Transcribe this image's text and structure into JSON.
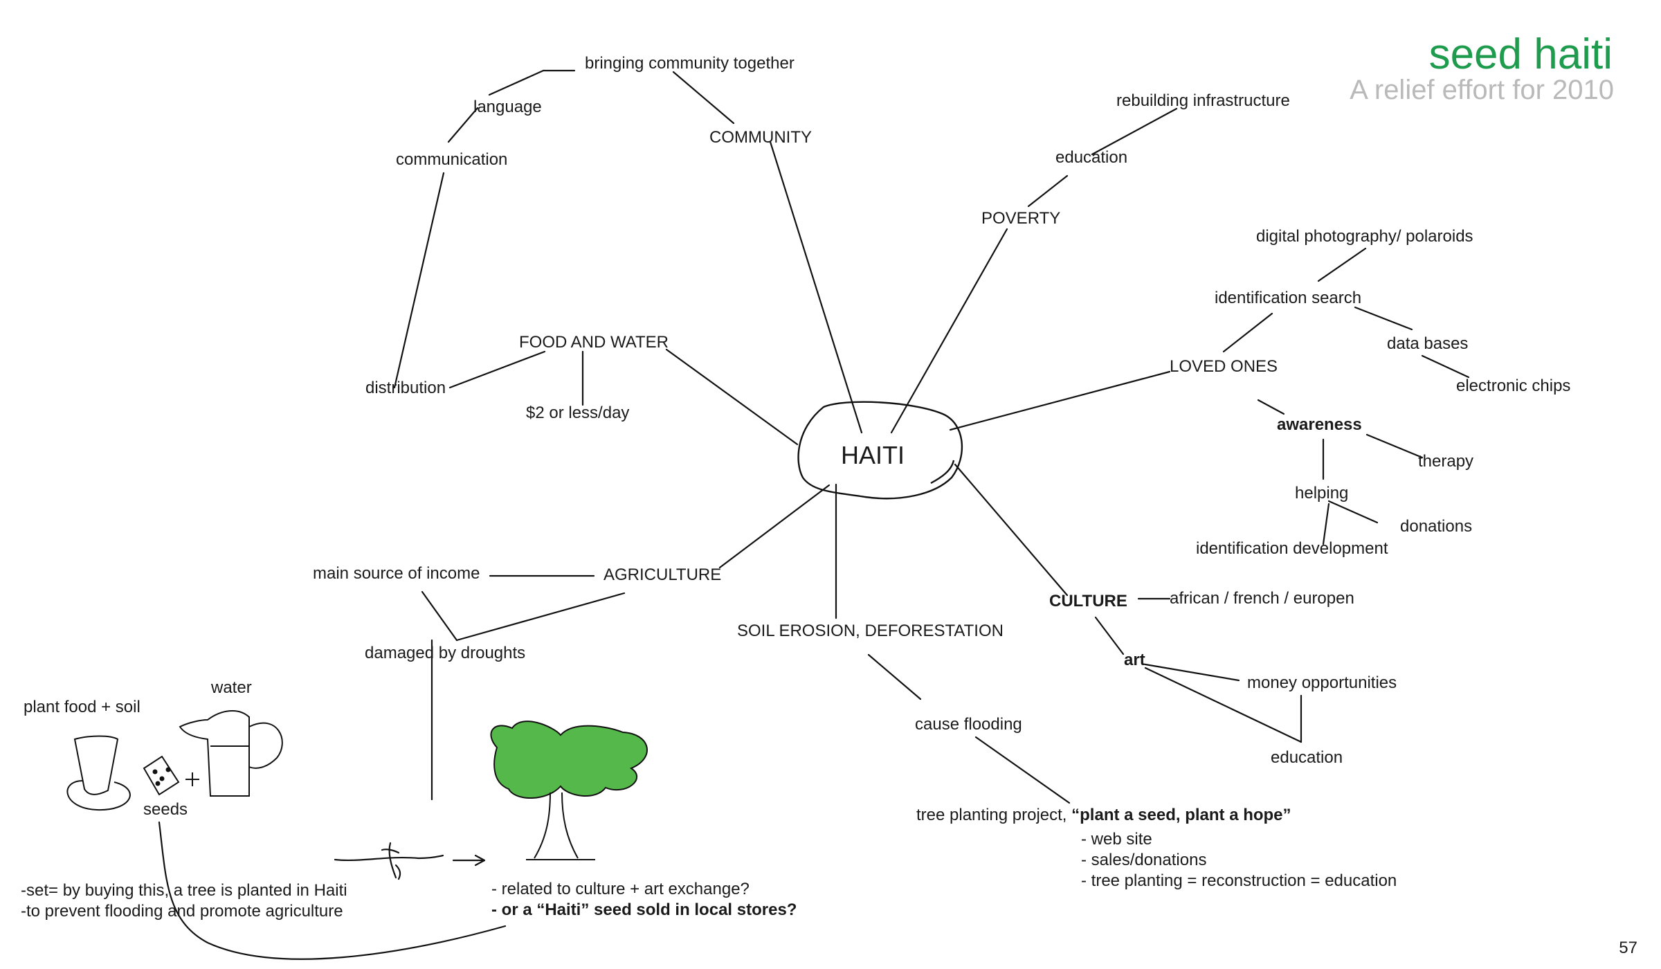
{
  "header": {
    "title": "seed haiti",
    "subtitle": "A relief effort for 2010"
  },
  "hub": "HAITI",
  "nodes": {
    "bringing_community": "bringing community together",
    "language": "language",
    "community": "COMMUNITY",
    "communication": "communication",
    "rebuilding": "rebuilding infrastructure",
    "education_poverty": "education",
    "poverty": "POVERTY",
    "digital_photo": "digital photography/ polaroids",
    "identification_search": "identification search",
    "data_bases": "data bases",
    "electronic_chips": "electronic chips",
    "loved_ones": "LOVED ONES",
    "food_water": "FOOD AND WATER",
    "distribution": "distribution",
    "two_dollars": "$2 or less/day",
    "awareness": "awareness",
    "therapy": "therapy",
    "helping": "helping",
    "donations": "donations",
    "identification_dev": "identification development",
    "main_source": "main source of income",
    "agriculture": "AGRICULTURE",
    "culture": "CULTURE",
    "african": "african / french / europen",
    "soil_erosion": "SOIL EROSION, DEFORESTATION",
    "damaged": "damaged by droughts",
    "art": "art",
    "money_opp": "money opportunities",
    "plant_food": "plant food + soil",
    "water": "water",
    "cause_flooding": "cause flooding",
    "education_art": "education",
    "seeds": "seeds",
    "tree_project_prefix": "tree planting project, ",
    "tree_project_quote": "“plant a seed, plant a hope”"
  },
  "project_items": [
    "- web site",
    "- sales/donations",
    "- tree planting = reconstruction = education"
  ],
  "notes_left": [
    "-set= by buying this, a tree is planted in Haiti",
    "-to prevent flooding and promote agriculture"
  ],
  "notes_center": {
    "line1": "- related to culture + art exchange?",
    "line2": "- or a “Haiti” seed sold in local stores?"
  },
  "page_number": "57",
  "colors": {
    "title": "#1f9b4e",
    "subtitle": "#b9b9b9",
    "tree": "#55b84a"
  }
}
